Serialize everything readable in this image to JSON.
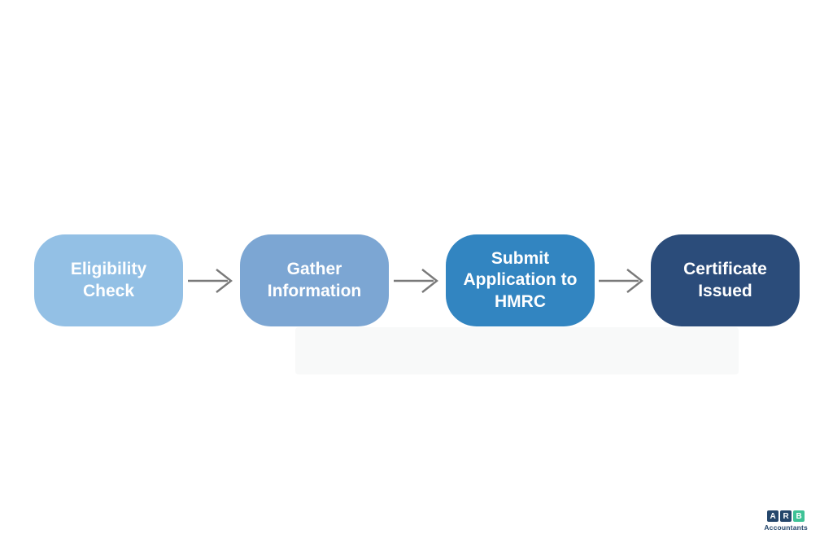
{
  "page": {
    "background_color": "#ffffff",
    "type": "process-flow-diagram"
  },
  "diagram": {
    "text_color": "#ffffff",
    "arrow_color": "#7a7a7a",
    "steps": [
      {
        "label": "Eligibility\nCheck",
        "color": "#93c0e5"
      },
      {
        "label": "Gather\nInformation",
        "color": "#7ca6d3"
      },
      {
        "label": "Submit\nApplication to\nHMRC",
        "color": "#3285c1"
      },
      {
        "label": "Certificate\nIssued",
        "color": "#2b4c7a"
      }
    ]
  },
  "logo": {
    "letters": [
      "A",
      "R",
      "B"
    ],
    "letter_colors": [
      "#24466b",
      "#24466b",
      "#3ec296"
    ],
    "subtitle": "Accountants",
    "subtitle_color": "#24466b"
  }
}
